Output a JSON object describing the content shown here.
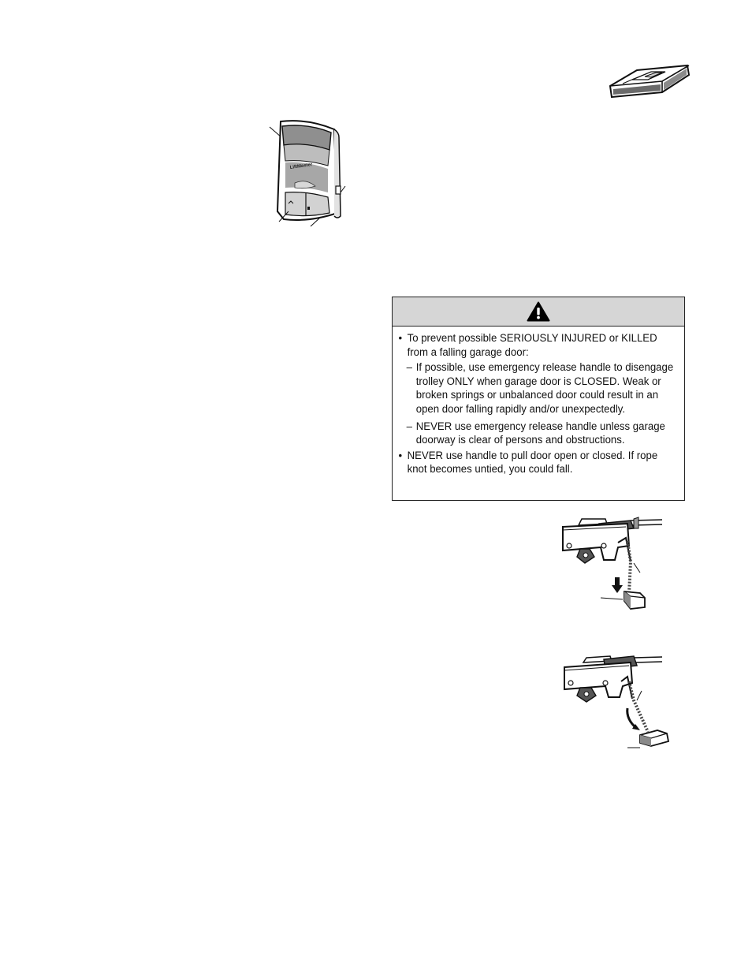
{
  "warning": {
    "icon": "warning-triangle-icon",
    "bullets": [
      {
        "mark": "•",
        "text": "To prevent possible SERIOUSLY INJURED or KILLED from a falling garage door:",
        "subs": [
          {
            "mark": "–",
            "text": "If possible, use emergency release handle to disengage trolley ONLY when garage door is CLOSED. Weak or broken springs or unbalanced door could result in an open door falling rapidly and/or unexpectedly."
          },
          {
            "mark": "–",
            "text": "NEVER use emergency release handle unless garage doorway is clear of persons and obstructions."
          }
        ]
      },
      {
        "mark": "•",
        "text": "NEVER use handle to pull door open or closed. If rope knot becomes untied, you could fall."
      }
    ]
  },
  "illustrations": {
    "remote": "remote-control-illustration",
    "console": "wall-console-illustration",
    "release_down": "emergency-release-pull-down-illustration",
    "release_swing": "emergency-release-swing-illustration"
  }
}
